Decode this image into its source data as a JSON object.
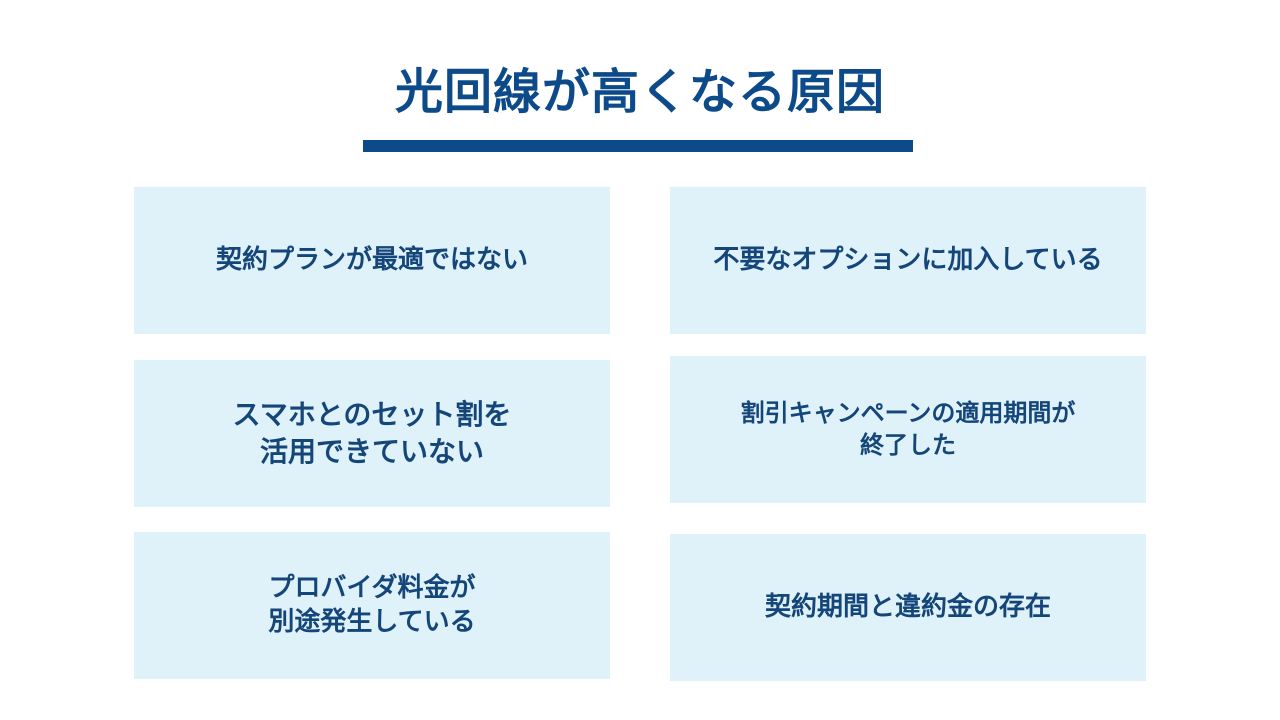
{
  "title": "光回線が高くなる原因",
  "colors": {
    "accent": "#0d4a8a",
    "card_background": "#dff1f9",
    "card_text": "#15467a"
  },
  "cards": [
    {
      "label": "契約プランが最適ではない"
    },
    {
      "label": "不要なオプションに加入している"
    },
    {
      "label": "スマホとのセット割を\n活用できていない"
    },
    {
      "label": "割引キャンペーンの適用期間が\n終了した"
    },
    {
      "label": "プロバイダ料金が\n別途発生している"
    },
    {
      "label": "契約期間と違約金の存在"
    }
  ]
}
